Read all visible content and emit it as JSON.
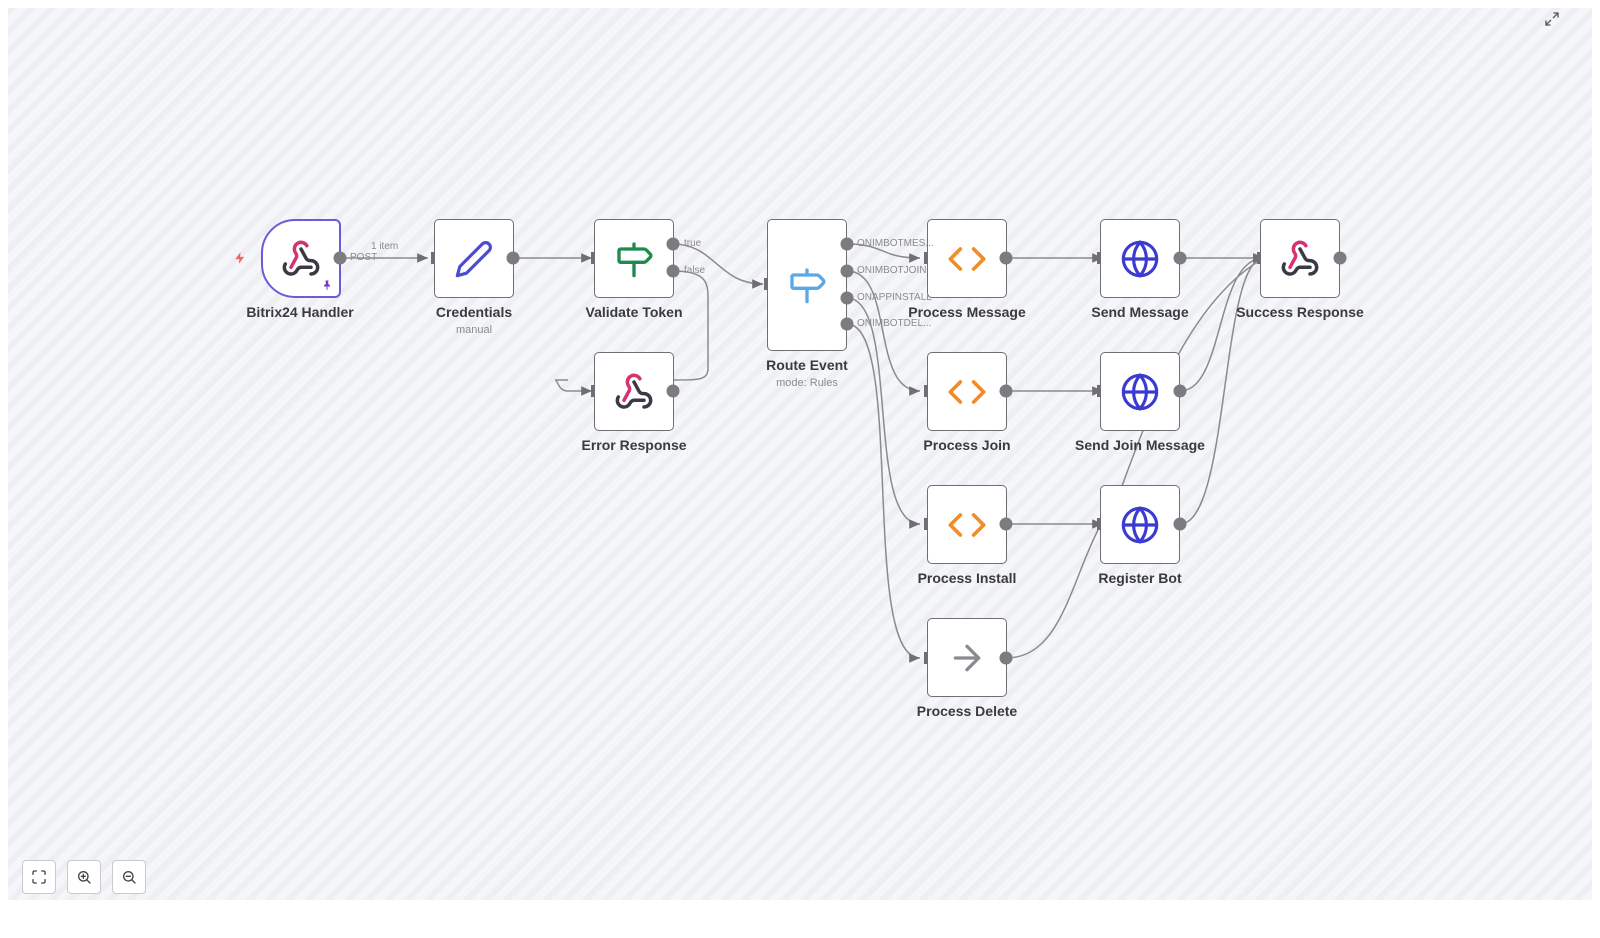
{
  "nodes": [
    {
      "id": "bitrix",
      "label": "Bitrix24 Handler",
      "sub": "",
      "icon": "webhook-icon"
    },
    {
      "id": "creds",
      "label": "Credentials",
      "sub": "manual",
      "icon": "pencil-icon"
    },
    {
      "id": "validate",
      "label": "Validate Token",
      "sub": "",
      "icon": "signpost-icon"
    },
    {
      "id": "error",
      "label": "Error Response",
      "sub": "",
      "icon": "webhook-icon"
    },
    {
      "id": "route",
      "label": "Route Event",
      "sub": "mode: Rules",
      "icon": "signpost-icon"
    },
    {
      "id": "pmsg",
      "label": "Process Message",
      "sub": "",
      "icon": "code-icon"
    },
    {
      "id": "pjoin",
      "label": "Process Join",
      "sub": "",
      "icon": "code-icon"
    },
    {
      "id": "pinstall",
      "label": "Process Install",
      "sub": "",
      "icon": "code-icon"
    },
    {
      "id": "pdelete",
      "label": "Process Delete",
      "sub": "",
      "icon": "arrow-right-icon"
    },
    {
      "id": "smsg",
      "label": "Send Message",
      "sub": "",
      "icon": "globe-icon"
    },
    {
      "id": "sjoin",
      "label": "Send Join Message",
      "sub": "",
      "icon": "globe-icon"
    },
    {
      "id": "rbot",
      "label": "Register Bot",
      "sub": "",
      "icon": "globe-icon"
    },
    {
      "id": "success",
      "label": "Success Response",
      "sub": "",
      "icon": "webhook-icon"
    }
  ],
  "edge_labels": {
    "items": "1 item",
    "post": "POST",
    "true": "true",
    "false": "false",
    "r1": "ONIMBOTMES...",
    "r2": "ONIMBOTJOIN",
    "r3": "ONAPPINSTALL",
    "r4": "ONIMBOTDEL..."
  },
  "colors": {
    "webhook_pink": "#d6336c",
    "webhook_dark": "#3a3a44",
    "pencil": "#4b4bd1",
    "signpost_green": "#1e8a4c",
    "signpost_blue": "#5ba8e6",
    "code_orange": "#f28c28",
    "globe": "#3b3bd1",
    "arrow_gray": "#8a8a90",
    "trigger_border": "#6b5bd6",
    "bolt": "#f06464",
    "pin": "#6b3ad1",
    "edge": "#8a8a90",
    "port": "#7b7b80"
  },
  "controls": {
    "fit": "fit-view-icon",
    "zoom_in": "zoom-in-icon",
    "zoom_out": "zoom-out-icon",
    "expand": "expand-icon"
  }
}
